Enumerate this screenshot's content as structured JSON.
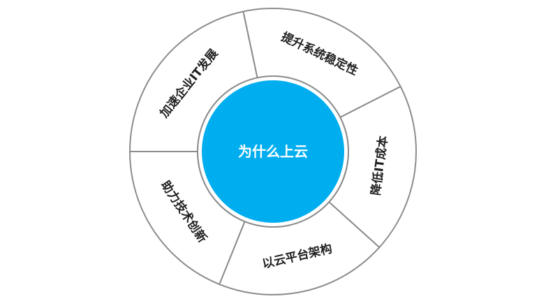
{
  "diagram": {
    "center_label": "为什么上云",
    "center_color": "#00aeef",
    "outline_color": "#8c8c8c",
    "segments": [
      {
        "label": "提升系统稳定性"
      },
      {
        "label": "降低IT成本"
      },
      {
        "label": "以云平台架构"
      },
      {
        "label": "助力技术创新"
      },
      {
        "label": "加速企业IT发展"
      }
    ]
  }
}
